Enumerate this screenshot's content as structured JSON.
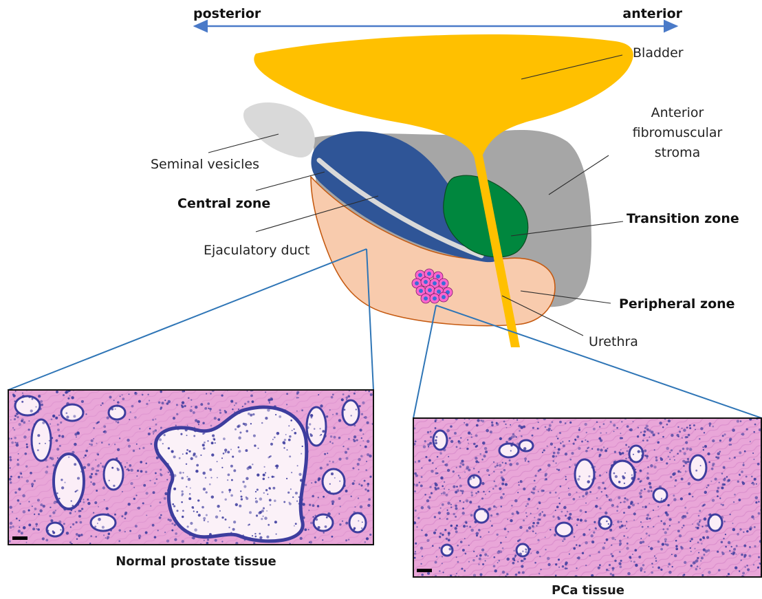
{
  "axis": {
    "left_label": "posterior",
    "right_label": "anterior"
  },
  "labels": {
    "bladder": "Bladder",
    "afs_line1": "Anterior",
    "afs_line2": "fibromuscular",
    "afs_line3": "stroma",
    "seminal_vesicles": "Seminal vesicles",
    "central_zone": "Central zone",
    "transition_zone": "Transition zone",
    "ejaculatory_duct": "Ejaculatory duct",
    "peripheral_zone": "Peripheral zone",
    "urethra": "Urethra"
  },
  "captions": {
    "normal": "Normal prostate tissue",
    "pca": "PCa tissue"
  },
  "colors": {
    "axis_arrow": "#4a7ac8",
    "bladder": "#FFC000",
    "seminal_vesicles": "#D9D9D9",
    "anterior_stroma": "#A6A6A6",
    "central_zone": "#2F5597",
    "transition_zone": "#00873E",
    "peripheral_zone": "#F8CBAD",
    "peripheral_outline": "#C55A11",
    "ejaculatory_duct": "#D9D9D9",
    "urethra": "#FFC000",
    "tumor_cell": "#FF66CC",
    "tumor_nucleus": "#3A6FD8",
    "zoom_lines": "#2E75B6",
    "stain_background": "#E9A6D8",
    "stain_nuclei": "#3D3D9E"
  }
}
